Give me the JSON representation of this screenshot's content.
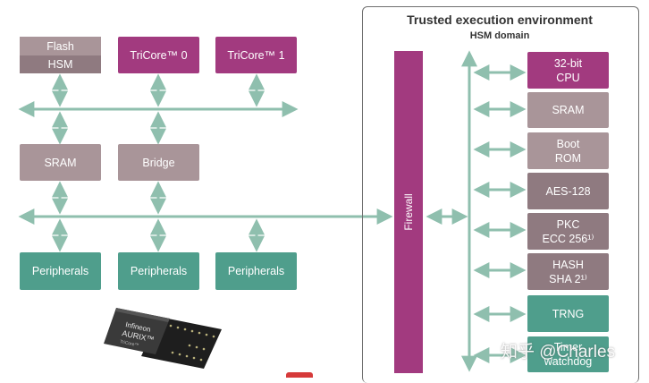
{
  "colors": {
    "gray": "#a99599",
    "dark_gray": "#8f7a80",
    "magenta": "#a23a7f",
    "green": "#4f9e8c",
    "bus": "#8fbfae"
  },
  "left": {
    "flash": "Flash",
    "hsm": "HSM",
    "tricore0": "TriCore™ 0",
    "tricore1": "TriCore™ 1",
    "sram": "SRAM",
    "bridge": "Bridge",
    "peripherals": [
      "Peripherals",
      "Peripherals",
      "Peripherals"
    ]
  },
  "tee": {
    "title": "Trusted execution environment",
    "subtitle": "HSM domain",
    "firewall": "Firewall",
    "blocks": [
      {
        "label": "32-bit\nCPU",
        "color": "magenta"
      },
      {
        "label": "SRAM",
        "color": "gray"
      },
      {
        "label": "Boot\nROM",
        "color": "gray"
      },
      {
        "label": "AES-128",
        "color": "dark_gray"
      },
      {
        "label": "PKC\nECC 256¹⁾",
        "color": "dark_gray"
      },
      {
        "label": "HASH\nSHA 2¹⁾",
        "color": "dark_gray"
      },
      {
        "label": "TRNG",
        "color": "green"
      },
      {
        "label": "Timer\nwatchdog",
        "color": "green"
      }
    ]
  },
  "chip": {
    "brand": "Infineon",
    "product": "AURIX™",
    "sub": "TriCore™"
  },
  "watermark": "知乎 @Charles"
}
